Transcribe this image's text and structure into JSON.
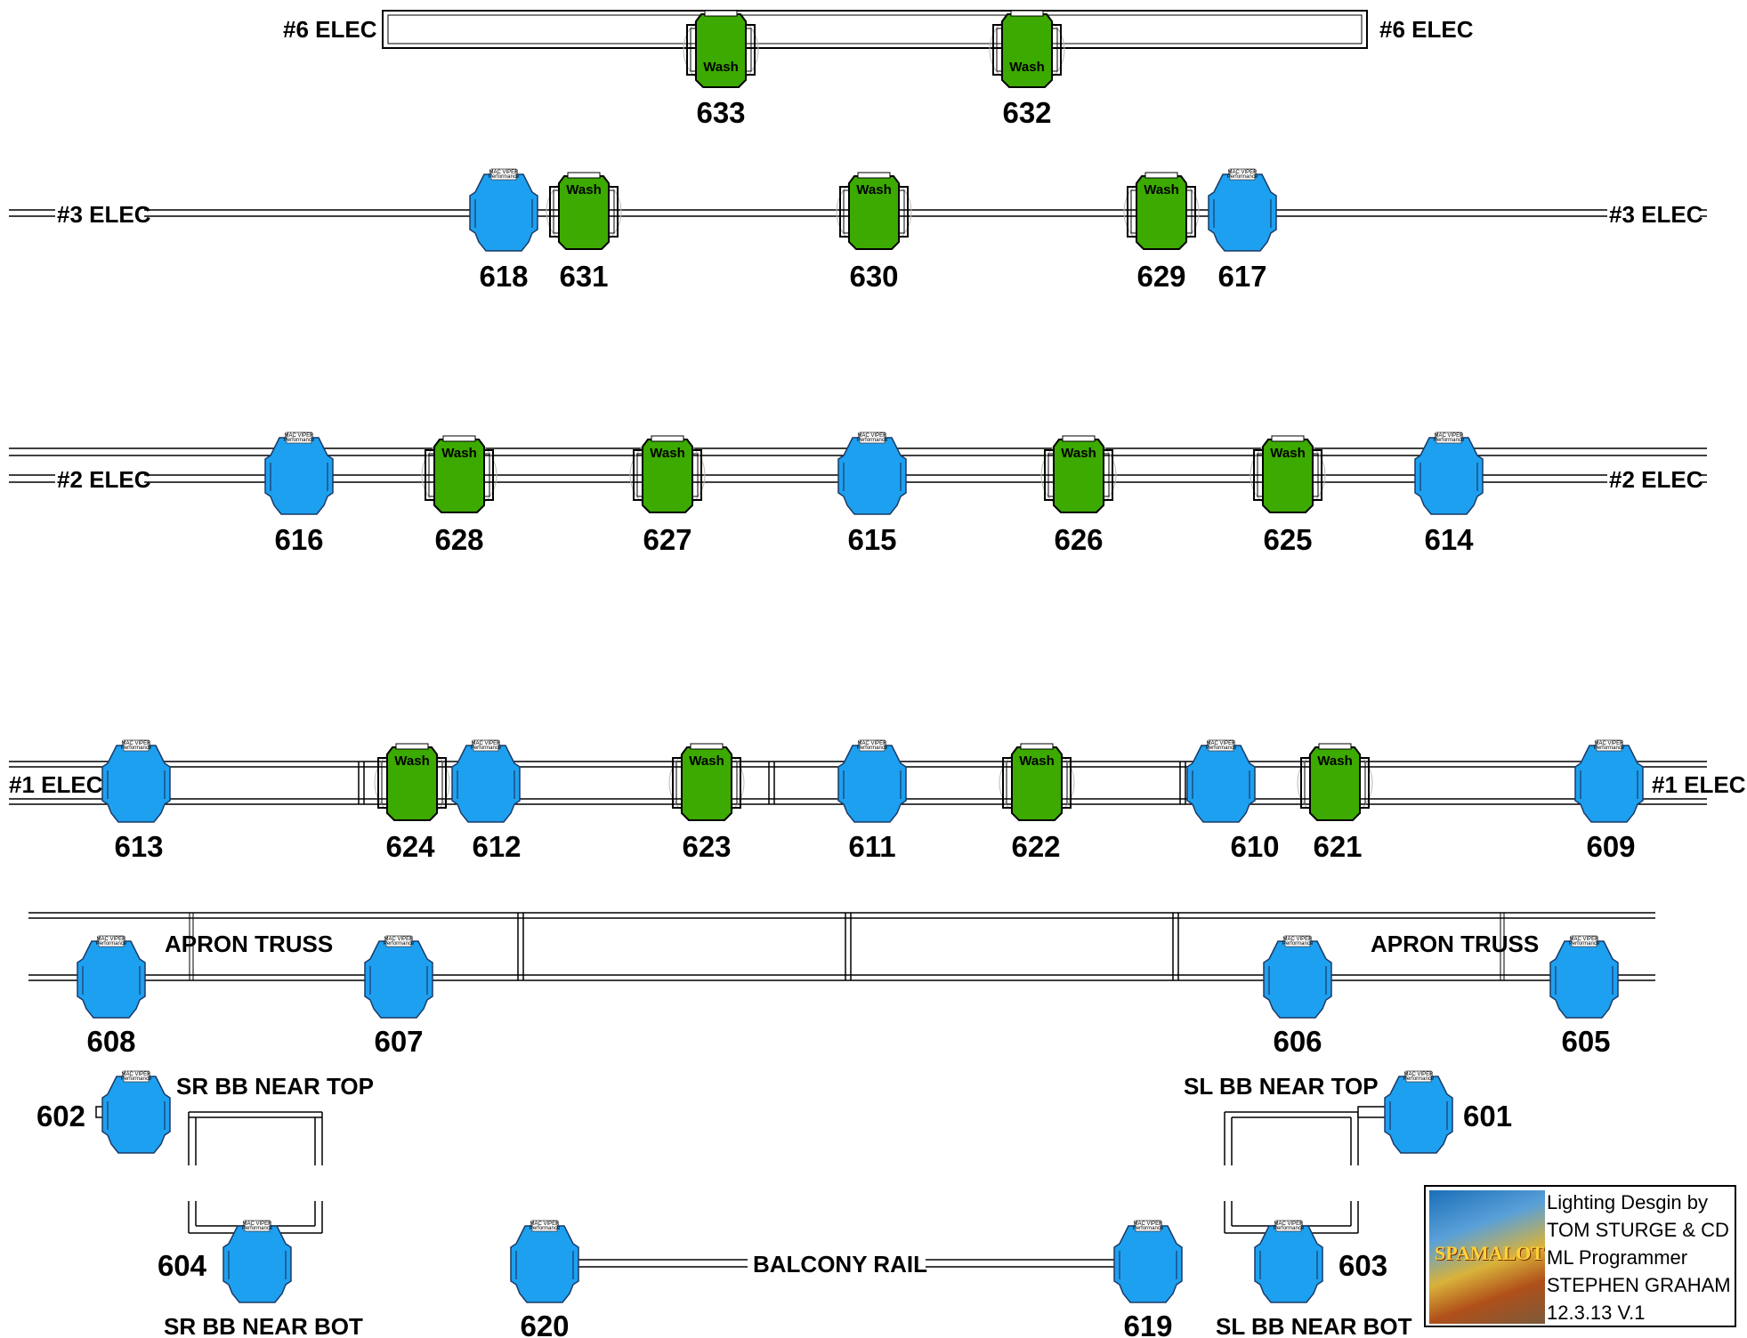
{
  "pipes": {
    "elec6_left": "#6 ELEC",
    "elec6_right": "#6 ELEC",
    "elec3_left": "#3 ELEC",
    "elec3_right": "#3 ELEC",
    "elec2_left": "#2 ELEC",
    "elec2_right": "#2 ELEC",
    "elec1_left": "#1 ELEC",
    "elec1_right": "#1 ELEC",
    "apron_left": "APRON TRUSS",
    "apron_right": "APRON TRUSS",
    "balcony": "BALCONY RAIL",
    "sr_bb_top": "SR BB  NEAR TOP",
    "sl_bb_top": "SL BB NEAR TOP",
    "sr_bb_bot": "SR BB  NEAR BOT",
    "sl_bb_bot": "SL BB NEAR BOT"
  },
  "fixture_types": {
    "wash": {
      "label": "Wash",
      "color": "#3caa00"
    },
    "spot": {
      "label": "MAC VIPER Performance",
      "color": "#1ea0f0"
    }
  },
  "fixtures": [
    {
      "id": "633",
      "type": "wash"
    },
    {
      "id": "632",
      "type": "wash"
    },
    {
      "id": "618",
      "type": "spot"
    },
    {
      "id": "631",
      "type": "wash"
    },
    {
      "id": "630",
      "type": "wash"
    },
    {
      "id": "629",
      "type": "wash"
    },
    {
      "id": "617",
      "type": "spot"
    },
    {
      "id": "616",
      "type": "spot"
    },
    {
      "id": "628",
      "type": "wash"
    },
    {
      "id": "627",
      "type": "wash"
    },
    {
      "id": "615",
      "type": "spot"
    },
    {
      "id": "626",
      "type": "wash"
    },
    {
      "id": "625",
      "type": "wash"
    },
    {
      "id": "614",
      "type": "spot"
    },
    {
      "id": "613",
      "type": "spot"
    },
    {
      "id": "624",
      "type": "wash"
    },
    {
      "id": "612",
      "type": "spot"
    },
    {
      "id": "623",
      "type": "wash"
    },
    {
      "id": "611",
      "type": "spot"
    },
    {
      "id": "622",
      "type": "wash"
    },
    {
      "id": "610",
      "type": "spot"
    },
    {
      "id": "621",
      "type": "wash"
    },
    {
      "id": "609",
      "type": "spot"
    },
    {
      "id": "608",
      "type": "spot"
    },
    {
      "id": "607",
      "type": "spot"
    },
    {
      "id": "606",
      "type": "spot"
    },
    {
      "id": "605",
      "type": "spot"
    },
    {
      "id": "602",
      "type": "spot"
    },
    {
      "id": "601",
      "type": "spot"
    },
    {
      "id": "604",
      "type": "spot"
    },
    {
      "id": "603",
      "type": "spot"
    },
    {
      "id": "620",
      "type": "spot"
    },
    {
      "id": "619",
      "type": "spot"
    }
  ],
  "title_block": {
    "poster_text": "SPAMALOT",
    "lines": [
      "Lighting Desgin by",
      "TOM STURGE & CD",
      "ML Programmer",
      "STEPHEN GRAHAM",
      " 12.3.13  V.1"
    ]
  }
}
